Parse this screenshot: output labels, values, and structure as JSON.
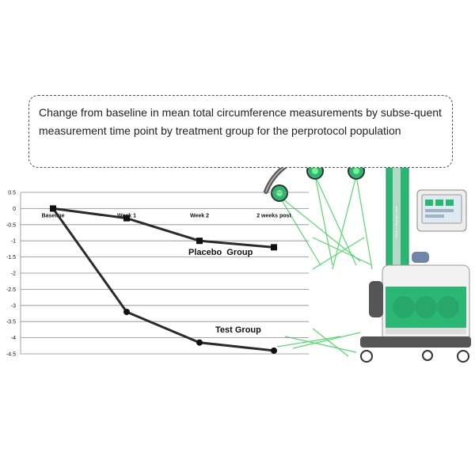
{
  "caption": "Change from baseline in mean total circumference measurements by subse-quent measurement time point by treatment group for the perprotocol population",
  "chart_data": {
    "type": "line",
    "categories": [
      "Baseline",
      "Week 1",
      "Week 2",
      "2 weeks post"
    ],
    "series": [
      {
        "name": "Placebo  Group",
        "values": [
          0,
          -0.3,
          -1.0,
          -1.2
        ],
        "marker": "square"
      },
      {
        "name": "Test Group",
        "values": [
          0,
          -3.2,
          -4.15,
          -4.4
        ],
        "marker": "circle"
      }
    ],
    "yticks": [
      "0.5",
      "0",
      "-0.5",
      "-1",
      "-1.5",
      "-2",
      "-2.5",
      "-3",
      "-3.5",
      "-4",
      "-4.5"
    ],
    "ylim": [
      -4.5,
      0.5
    ],
    "grid": true,
    "line_color": "#2b2b2b"
  },
  "device_illustration": {
    "icon": "laser-body-contouring-machine-icon",
    "accent_color": "#2bb673",
    "laser_color": "#39d353",
    "side_label": "NEW 8 MaxLipo Laser"
  }
}
